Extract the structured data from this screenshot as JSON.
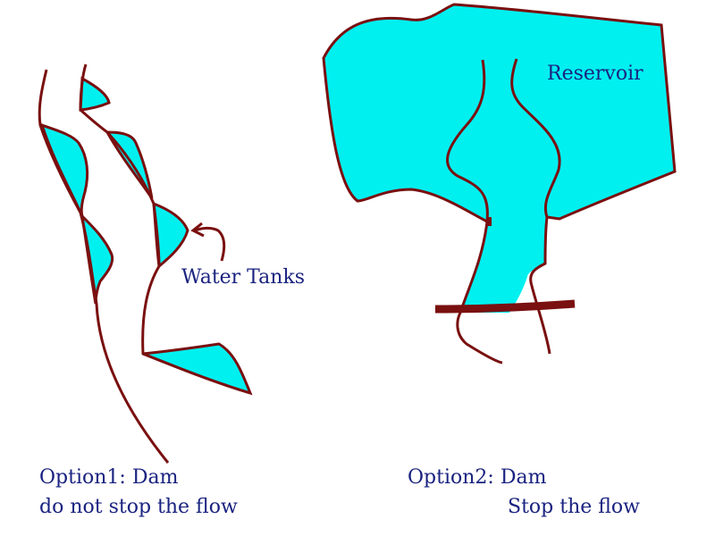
{
  "labels": {
    "reservoir": "Reservoir",
    "water_tanks": "Water Tanks",
    "option1_line1": "Option1: Dam",
    "option1_line2": "do not stop the flow",
    "option2_line1": "Option2: Dam",
    "option2_line2": "Stop the flow"
  },
  "colors": {
    "water": "#00f0f0",
    "outline": "#7a1010",
    "dam": "#7a1010",
    "text": "#1a2380"
  }
}
